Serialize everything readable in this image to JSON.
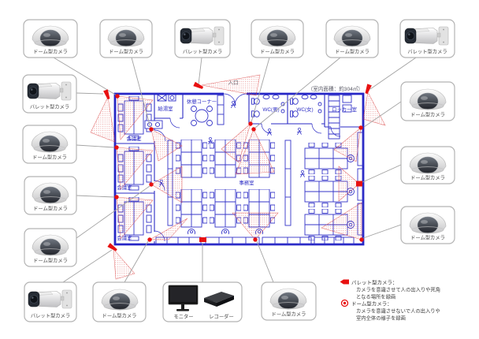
{
  "plan": {
    "area_note": "（室内面積：約304㎡）",
    "entrance": "入口",
    "rooms": {
      "meeting": "会議室",
      "kitchen": "給湯室",
      "break": "休憩コーナー",
      "office": "事務室",
      "wc_men": "WC(男)",
      "wc_women": "WC(女)",
      "locker": "ロッカー室"
    }
  },
  "labels": {
    "dome": "ドーム型カメラ",
    "bullet": "バレット型カメラ",
    "monitor": "モニター",
    "recorder": "レコーダー"
  },
  "legend": {
    "bullet_title": "バレット型カメラ：",
    "bullet_line1": "カメラを意識させて人の出入りや死角",
    "bullet_line2": "となる場所を録画",
    "dome_title": "ドーム型カメラ：",
    "dome_line1": "カメラを意識させないで人の出入りや",
    "dome_line2": "室内全体の様子を録画"
  },
  "colors": {
    "wall_blue": "#2626c6",
    "marker_red": "#e81111",
    "connector_gray": "#a2a2a2",
    "cone_pink": "#e06868"
  }
}
